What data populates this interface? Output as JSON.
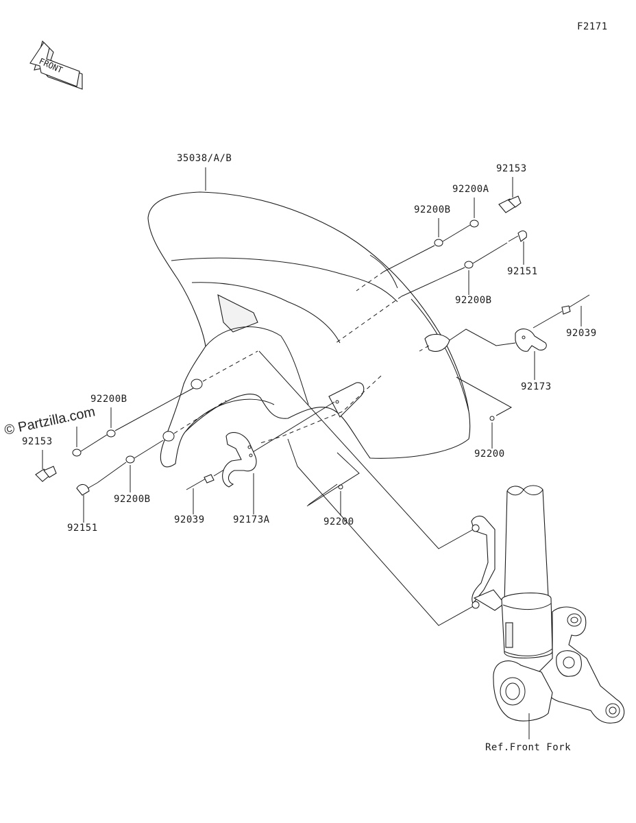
{
  "diagram_id": "F2171",
  "front_arrow_text": "FRONT",
  "watermark": "© Partzilla.com",
  "labels": {
    "fender": "35038/A/B",
    "bolt_top": "92153",
    "washer_top_a": "92200A",
    "washer_top_b": "92200B",
    "screw_right": "92151",
    "washer_right_b": "92200B",
    "pin_right": "92039",
    "clamp_right": "92173",
    "collar_right": "92200",
    "washer_left_b": "92200B",
    "bolt_left": "92153",
    "washer_left_low_b": "92200B",
    "screw_left": "92151",
    "pin_left": "92039",
    "clamp_left": "92173A",
    "collar_left": "92200",
    "ref_fork": "Ref.Front Fork"
  }
}
